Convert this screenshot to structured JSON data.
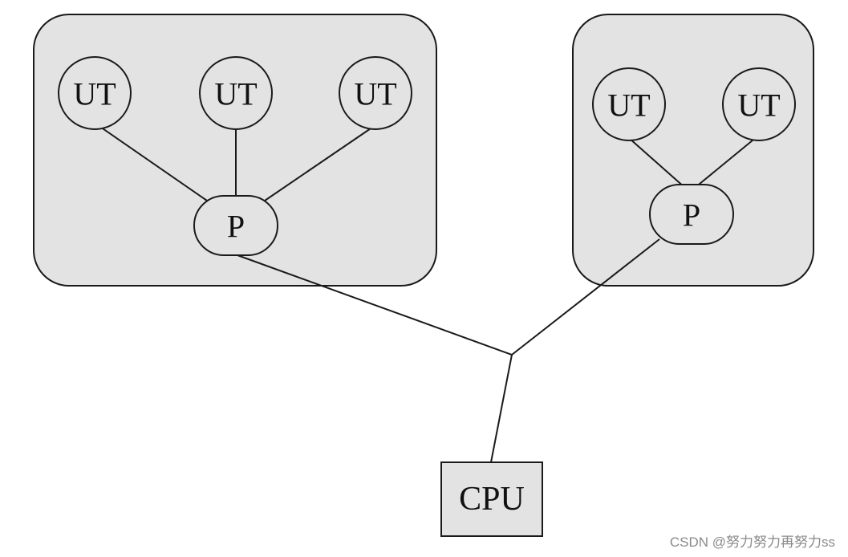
{
  "groups": [
    {
      "threads": [
        {
          "label": "UT"
        },
        {
          "label": "UT"
        },
        {
          "label": "UT"
        }
      ],
      "process": {
        "label": "P"
      }
    },
    {
      "threads": [
        {
          "label": "UT"
        },
        {
          "label": "UT"
        }
      ],
      "process": {
        "label": "P"
      }
    }
  ],
  "cpu": {
    "label": "CPU"
  },
  "watermark": "CSDN @努力努力再努力ss",
  "colors": {
    "fill": "#e3e3e3",
    "stroke": "#1a1a1a",
    "background": "#ffffff"
  }
}
